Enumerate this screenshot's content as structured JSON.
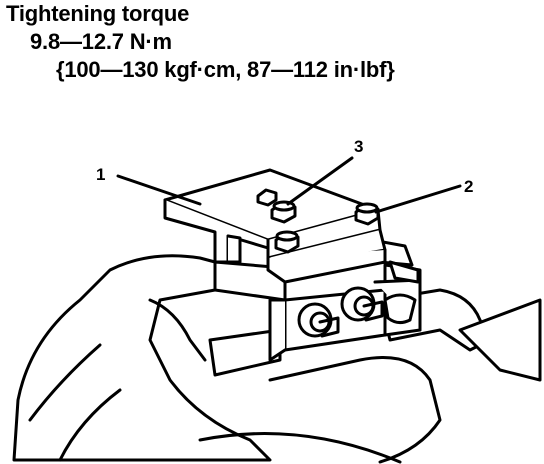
{
  "spec": {
    "title": "Tightening torque",
    "torque_nm": "9.8—12.7 N·m",
    "torque_alt": "{100—130 kgf·cm, 87—112 in·lbf}"
  },
  "callouts": [
    "1",
    "2",
    "3"
  ]
}
